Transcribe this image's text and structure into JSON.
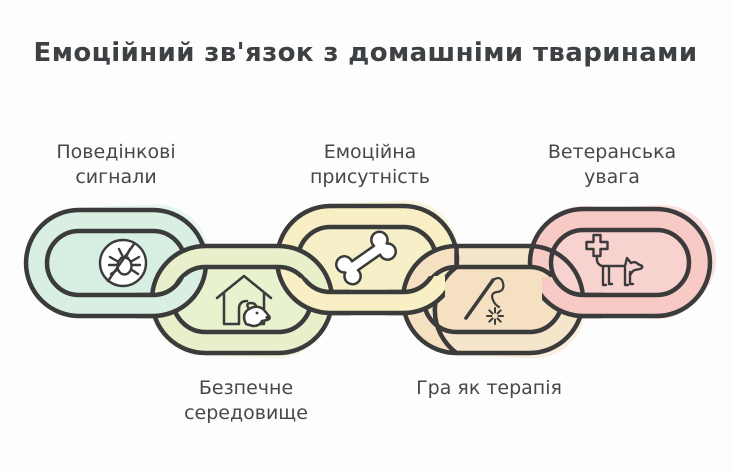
{
  "diagram": {
    "title": "Емоційний зв'язок з домашніми тваринами",
    "links": [
      {
        "id": "behavioral-signals",
        "label": "Поведінкові\nсигнали",
        "label_position": "top",
        "icon": "no-pests-icon",
        "color": "#d8efe2",
        "accent": "#b9e5cf"
      },
      {
        "id": "safe-environment",
        "label": "Безпечне\nсередовище",
        "label_position": "bottom",
        "icon": "dog-house-icon",
        "color": "#e7f0ca",
        "accent": "#d9eaa9"
      },
      {
        "id": "emotional-presence",
        "label": "Емоційна\nприсутність",
        "label_position": "top",
        "icon": "bone-icon",
        "color": "#f8f0c4",
        "accent": "#f1e49d"
      },
      {
        "id": "play-as-therapy",
        "label": "Гра як терапія",
        "label_position": "bottom",
        "icon": "play-wand-icon",
        "color": "#f6e0c2",
        "accent": "#f0d2a4"
      },
      {
        "id": "veterinary-attention",
        "label": "Ветеранська\nувага",
        "label_position": "top",
        "icon": "vet-care-icon",
        "color": "#f8cac5",
        "accent": "#f4b0a9"
      }
    ],
    "colors": {
      "background": "#fdfdfd",
      "outline": "#3b3b3b",
      "title_text": "#3e4144",
      "label_text": "#45484b",
      "icon_fill": "#ffffff"
    }
  }
}
